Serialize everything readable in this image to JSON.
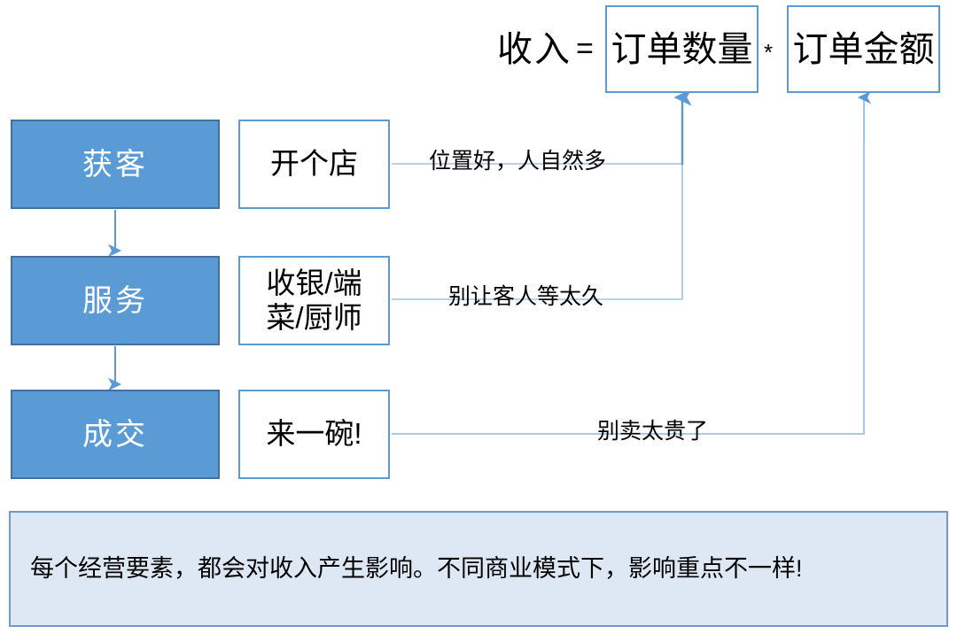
{
  "formula": {
    "label": "收入",
    "equals": "=",
    "times": "*",
    "operands": [
      {
        "name": "order-count",
        "text": "订单数量"
      },
      {
        "name": "order-amount",
        "text": "订单金额"
      }
    ]
  },
  "stages": [
    {
      "label": "获客",
      "detail": "开个店",
      "wire_label": "位置好，人自然多"
    },
    {
      "label": "服务",
      "detail": "收银/端\n菜/厨师",
      "wire_label": "别让客人等太久"
    },
    {
      "label": "成交",
      "detail": "来一碗!",
      "wire_label": "别卖太贵了"
    }
  ],
  "footer": {
    "note": "每个经营要素，都会对收入产生影响。不同商业模式下，影响重点不一样!"
  },
  "colors": {
    "stage_fill": "#5B9BD5",
    "stage_border": "#41719C",
    "box_border": "#5B9BD5",
    "connector": "#9DC3E6",
    "connector_strong": "#5B9BD5",
    "footer_fill": "#DEE8F5",
    "footer_border": "#7399C6",
    "text": "#000000",
    "stage_text": "#FFFFFF"
  }
}
